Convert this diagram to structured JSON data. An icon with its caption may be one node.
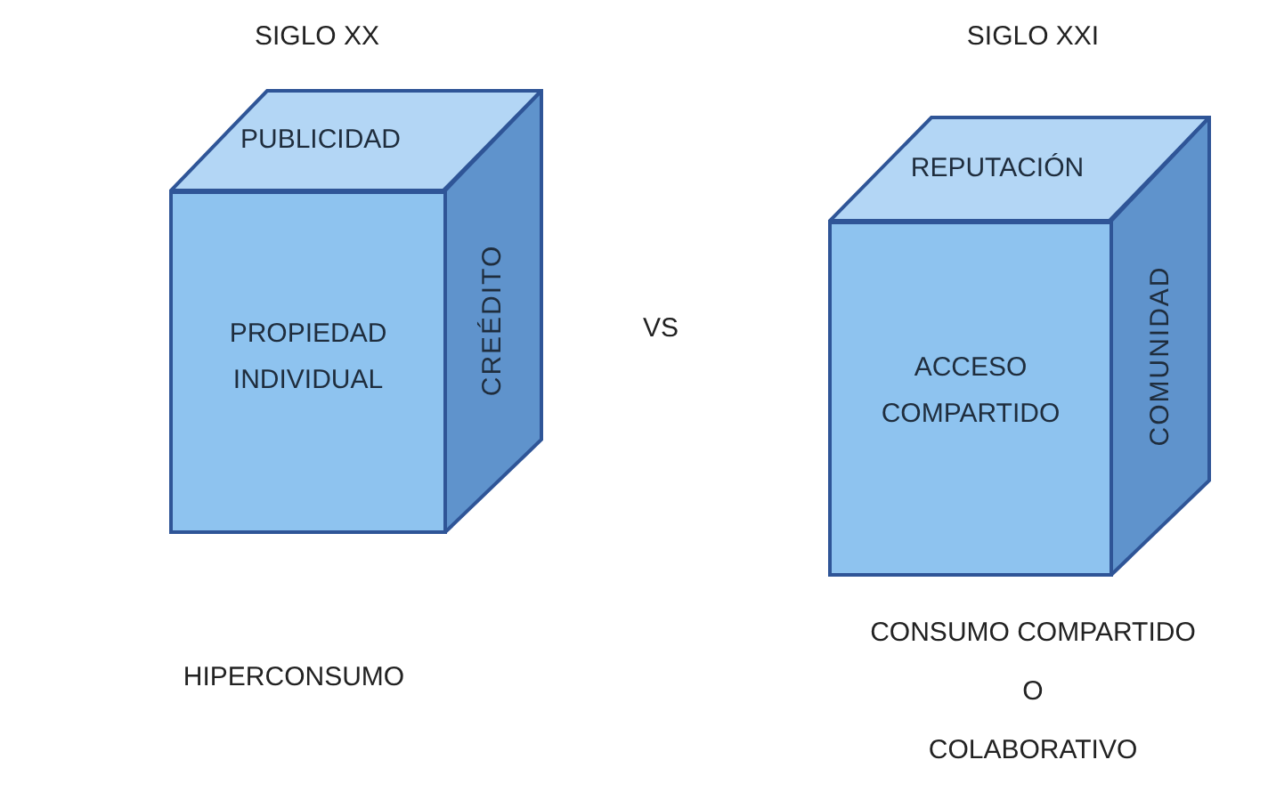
{
  "diagram": {
    "nodes": [
      {
        "text": [
          "PUBLICIDAD"
        ]
      },
      {
        "text": [
          "PROPIEDAD INDIVIDUAL"
        ]
      },
      {
        "text": [
          "CREÉDITO"
        ]
      },
      {
        "text": [
          "REPUTACIÓN"
        ]
      },
      {
        "text": [
          "ACCESO COMPARTIDO"
        ]
      },
      {
        "text": [
          "COMUNIDAD"
        ]
      }
    ],
    "labels": [
      "SIGLO XX",
      "SIGLO XXI",
      "VS",
      "HIPERCONSUMO",
      "CONSUMO COMPARTIDO",
      "O",
      "COLABORATIVO"
    ]
  }
}
